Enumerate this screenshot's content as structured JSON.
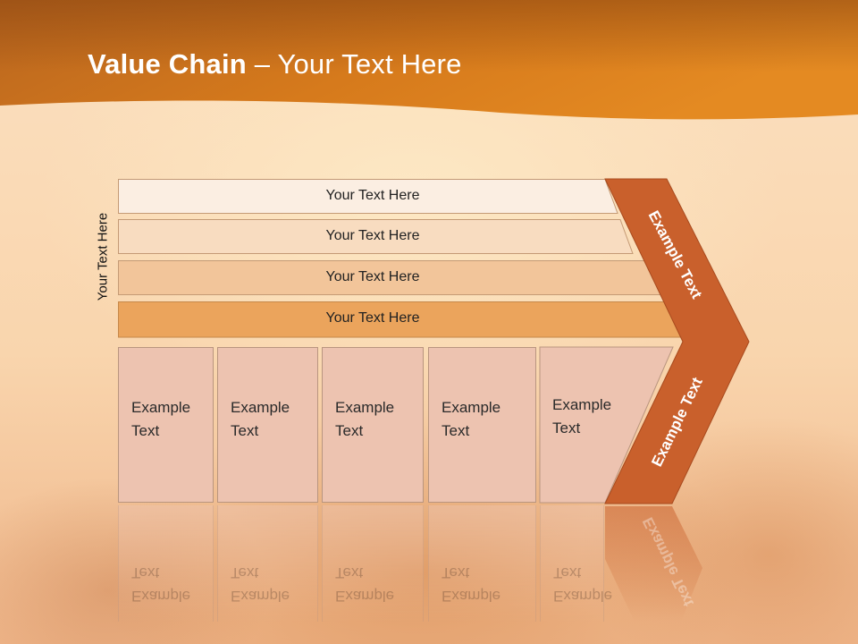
{
  "slide": {
    "title_bold": "Value Chain",
    "title_rest": " – Your Text Here",
    "side_label": "Your Text Here"
  },
  "rows": [
    {
      "label": "Your Text Here",
      "color": "#fbeee2"
    },
    {
      "label": "Your Text Here",
      "color": "#f8dcc0"
    },
    {
      "label": "Your Text Here",
      "color": "#f2c59a"
    },
    {
      "label": "Your Text Here",
      "color": "#eba45c"
    }
  ],
  "boxes": [
    {
      "line1": "Example",
      "line2": "Text"
    },
    {
      "line1": "Example",
      "line2": "Text"
    },
    {
      "line1": "Example",
      "line2": "Text"
    },
    {
      "line1": "Example",
      "line2": "Text"
    },
    {
      "line1": "Example",
      "line2": "Text"
    }
  ],
  "chevron": {
    "upper_label": "Example Text",
    "lower_label": "Example Text",
    "color": "#c9602c"
  },
  "colors": {
    "header_dark": "#a8561b",
    "header_light": "#e0861f",
    "box_fill": "#edc3b0"
  }
}
